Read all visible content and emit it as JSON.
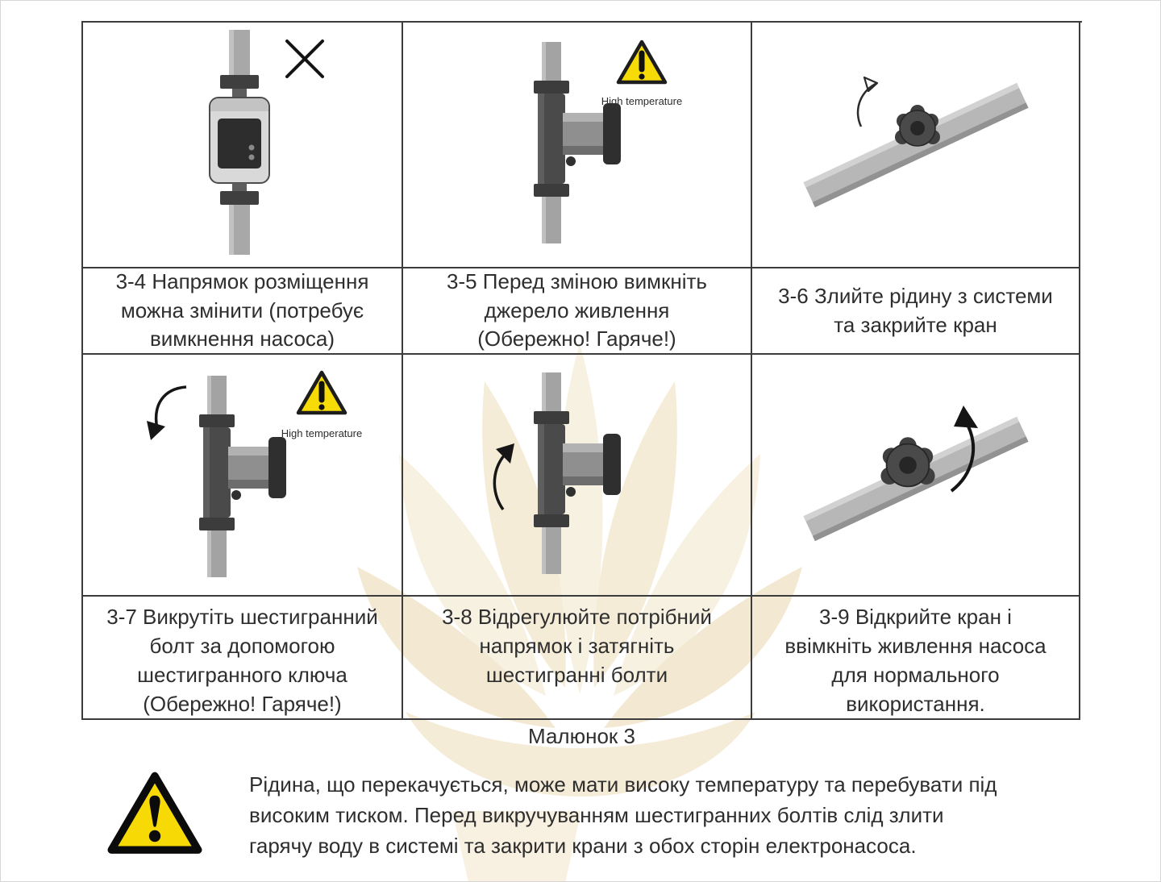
{
  "figure": {
    "caption": "Малюнок 3",
    "high_temperature_label": "High temperature",
    "cells": [
      {
        "id": "3-4",
        "illustration": "pump-vertical-with-x-mark",
        "caption": "3-4 Напрямок розміщення\nможна змінити (потребує\nвимкнення насоса)"
      },
      {
        "id": "3-5",
        "illustration": "pump-with-high-temperature-warning",
        "caption": "3-5 Перед зміною вимкніть\nджерело живлення\n(Обережно! Гаряче!)"
      },
      {
        "id": "3-6",
        "illustration": "valve-close-arrow",
        "caption": "3-6 Злийте рідину з системи\nта закрийте кран"
      },
      {
        "id": "3-7",
        "illustration": "pump-unscrew-bolt-arrow-high-temperature",
        "caption": "3-7 Викрутіть шестигранний\nболт за допомогою\nшестигранного ключа\n(Обережно! Гаряче!)"
      },
      {
        "id": "3-8",
        "illustration": "pump-adjust-direction-arrow",
        "caption": "3-8 Відрегулюйте потрібний\nнапрямок і затягніть\nшестигранні болти"
      },
      {
        "id": "3-9",
        "illustration": "valve-open-arrow",
        "caption": "3-9 Відкрийте кран і\nввімкніть живлення насоса\nдля нормального\nвикористання."
      }
    ]
  },
  "warning_note": {
    "text": "Рідина, що перекачується, може мати високу температуру та перебувати під\nвисоким тиском. Перед викручуванням шестигранних болтів слід злити\nгарячу воду в системі та закрити крани з обох сторін електронасоса."
  },
  "icons": {
    "x_mark": "x-mark-icon",
    "high_temperature_warning": "high-temperature-warning-icon",
    "rotate_arrow": "rotate-arrow-icon",
    "valve_wheel": "valve-wheel-icon",
    "warning_triangle": "warning-triangle-icon"
  },
  "colors": {
    "warning_yellow": "#F7DB06",
    "pipe_gray": "#A8A8A8",
    "pump_dark": "#3F3F3F",
    "table_border": "#3C3C3C",
    "text": "#2E2E2E",
    "watermark": "#F5EBD6"
  }
}
